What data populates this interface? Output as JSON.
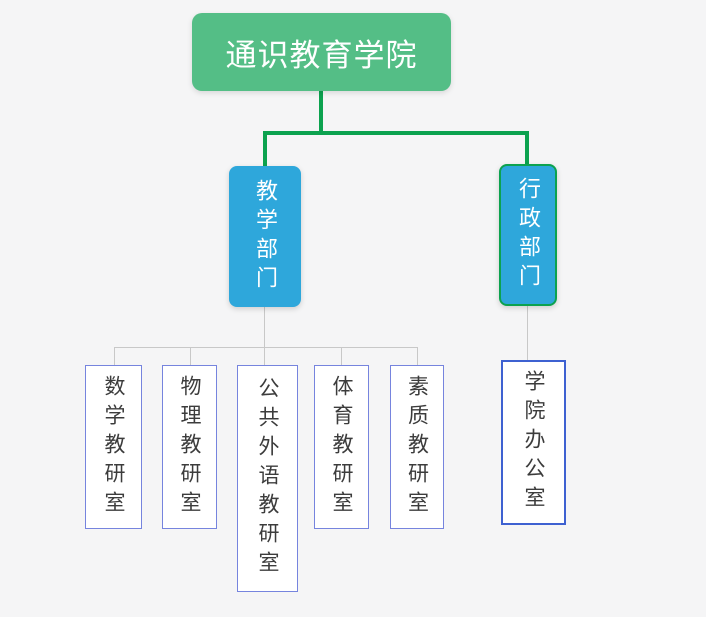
{
  "org": {
    "root": {
      "label": "通识教育学院"
    },
    "departments": [
      {
        "label": "教学部门"
      },
      {
        "label": "行政部门"
      }
    ],
    "teaching_units": [
      {
        "label": "数学教研室"
      },
      {
        "label": "物理教研室"
      },
      {
        "label": "公共外语教研室"
      },
      {
        "label": "体育教研室"
      },
      {
        "label": "素质教研室"
      }
    ],
    "admin_units": [
      {
        "label": "学院办公室"
      }
    ]
  },
  "colors": {
    "background": "#f5f5f6",
    "root_fill": "#54be86",
    "connector_green": "#0ca24f",
    "dept_fill": "#2ea7db",
    "admin_border": "#0ca24f",
    "unit_border": "#7684de",
    "office_border": "#3e61d1",
    "connector_gray": "#c8c8c8",
    "unit_text": "#3c3c3c",
    "node_text": "#ffffff"
  }
}
